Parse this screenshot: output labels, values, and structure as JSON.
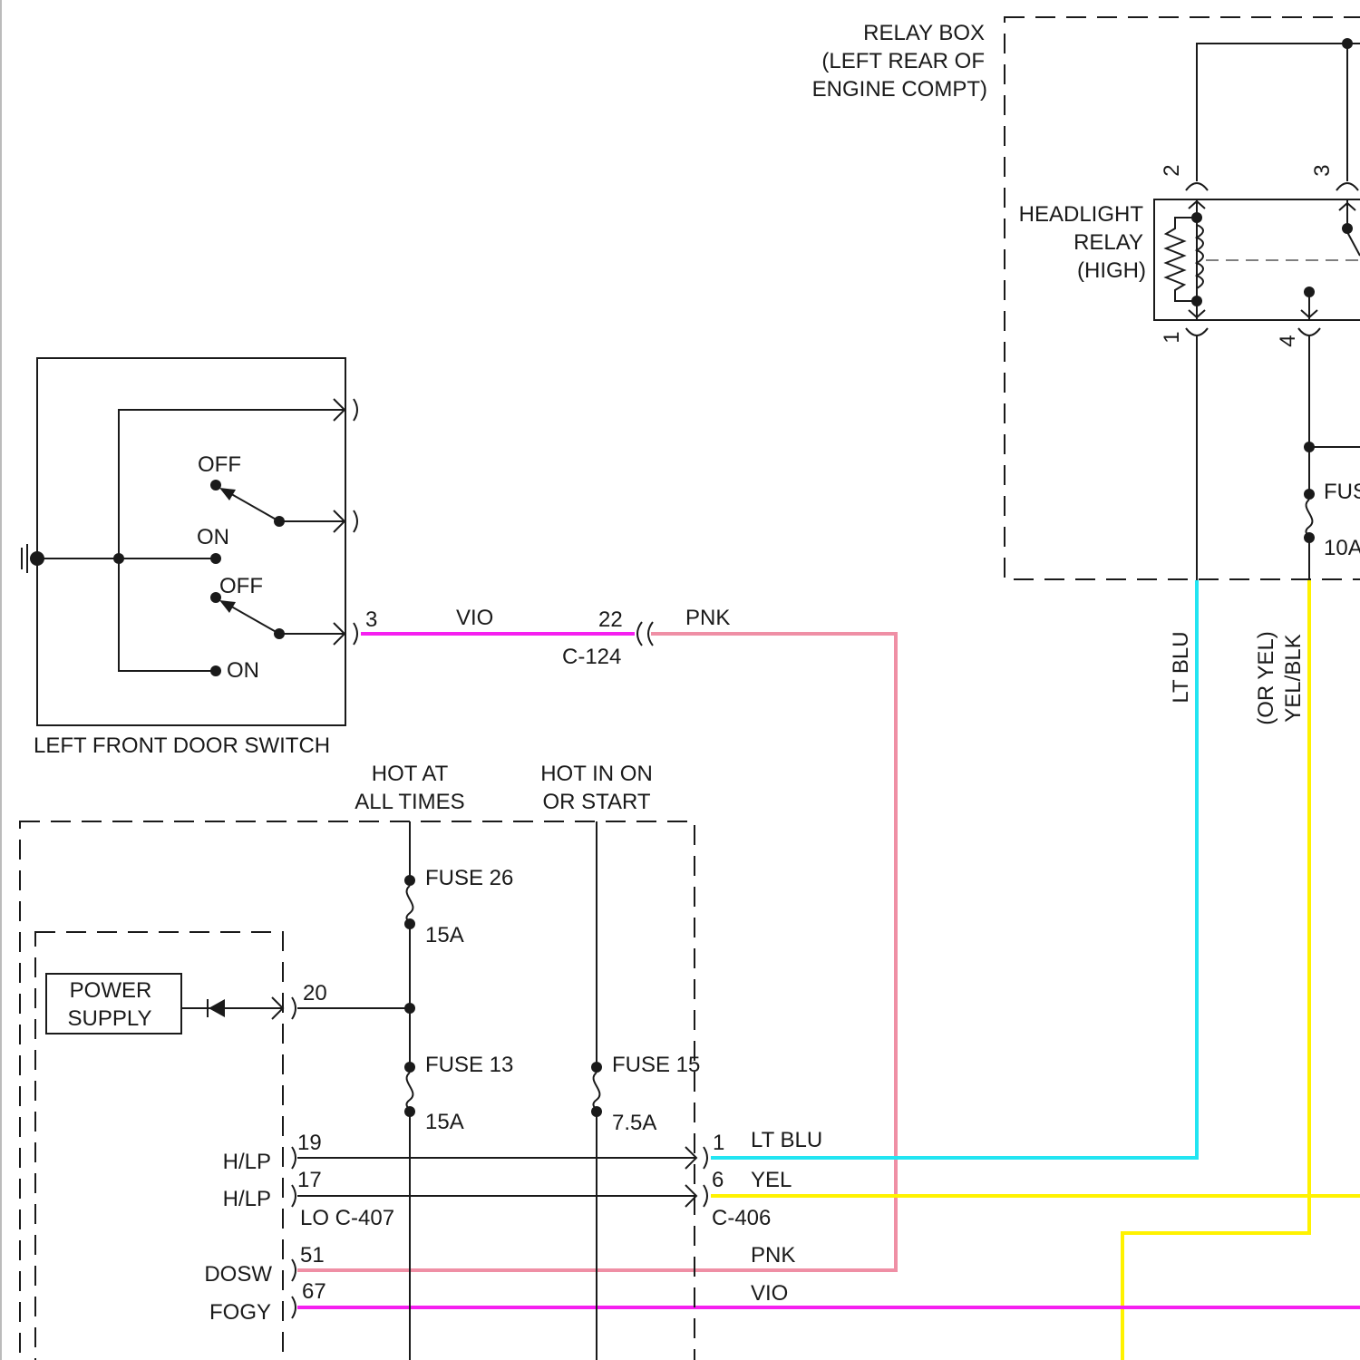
{
  "relay_box": {
    "title_lines": [
      "RELAY BOX",
      "(LEFT REAR OF",
      "ENGINE COMPT)"
    ],
    "relay_lines": [
      "HEADLIGHT",
      "RELAY",
      "(HIGH)"
    ],
    "pins": {
      "p1": "1",
      "p2": "2",
      "p3": "3",
      "p4": "4"
    },
    "fuse_name": "FUS",
    "fuse_rating": "10A"
  },
  "door_switch": {
    "label": "LEFT FRONT DOOR SWITCH",
    "off_upper": "OFF",
    "on_upper": "ON",
    "off_lower": "OFF",
    "on_lower": "ON",
    "pin": "3"
  },
  "connector_c124": {
    "name": "C-124",
    "pin": "22"
  },
  "wires": {
    "vio_top": "VIO",
    "pnk_top": "PNK",
    "lt_blu_vertical": "LT BLU",
    "yel_blk_vertical": "YEL/BLK",
    "or_yel_vertical": "(OR YEL)",
    "lt_blu_bottom": "LT BLU",
    "yel_bottom": "YEL",
    "pnk_bottom": "PNK",
    "vio_bottom": "VIO"
  },
  "fuse_box": {
    "hot_at_all_times_lines": [
      "HOT AT",
      "ALL TIMES"
    ],
    "hot_in_on_lines": [
      "HOT IN ON",
      "OR START"
    ],
    "fuse26": {
      "name": "FUSE 26",
      "rating": "15A"
    },
    "fuse13": {
      "name": "FUSE 13",
      "rating": "15A"
    },
    "fuse15": {
      "name": "FUSE 15",
      "rating": "7.5A"
    }
  },
  "module": {
    "power_supply_lines": [
      "POWER",
      "SUPPLY"
    ],
    "pin_power": "20",
    "pins": [
      {
        "label": "H/LP",
        "pin": "19"
      },
      {
        "label": "H/LP",
        "pin": "17"
      },
      {
        "label": "DOSW",
        "pin": "51"
      },
      {
        "label": "FOGY",
        "pin": "67"
      }
    ],
    "lo_connector": "LO C-407"
  },
  "connector_c406": {
    "name": "C-406",
    "pin_a": "1",
    "pin_b": "6"
  },
  "colors": {
    "lt_blu": "#22e5f2",
    "yel": "#fff200",
    "pnk": "#ef8fa5",
    "vio": "#f51ff0"
  }
}
